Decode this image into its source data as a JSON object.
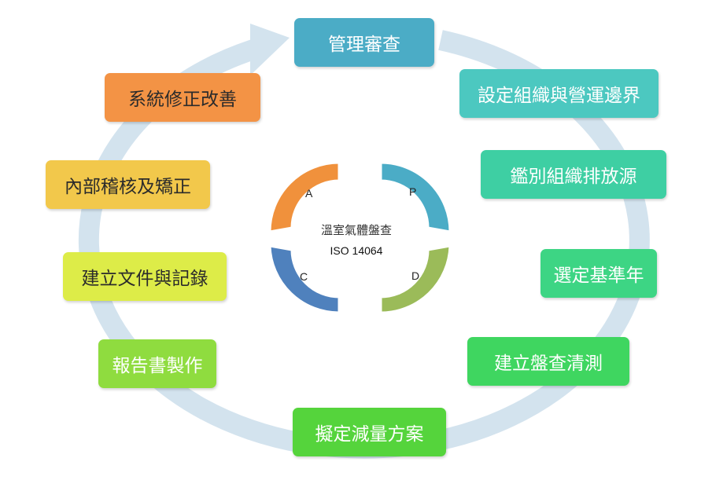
{
  "center": {
    "title": "溫室氣體盤查",
    "subtitle": "ISO 14064",
    "quadrants": [
      {
        "id": "A",
        "label": "A",
        "color": "#F0913C"
      },
      {
        "id": "P",
        "label": "P",
        "color": "#4BACC6"
      },
      {
        "id": "C",
        "label": "C",
        "color": "#4F81BD"
      },
      {
        "id": "D",
        "label": "D",
        "color": "#9BBB59"
      }
    ]
  },
  "cycle_color": "#D3E3EE",
  "steps": [
    {
      "label": "管理審查",
      "color": "#4BACC6"
    },
    {
      "label": "設定組織與營運邊界",
      "color": "#4CC8C0"
    },
    {
      "label": "鑑別組織排放源",
      "color": "#3ECFA3"
    },
    {
      "label": "選定基準年",
      "color": "#3DD584"
    },
    {
      "label": "建立盤查清測",
      "color": "#3FD660"
    },
    {
      "label": "擬定減量方案",
      "color": "#55D43C"
    },
    {
      "label": "報告書製作",
      "color": "#8FDC3F"
    },
    {
      "label": "建立文件與記錄",
      "color": "#DDEC48"
    },
    {
      "label": "內部稽核及矯正",
      "color": "#F2C84B"
    },
    {
      "label": "系統修正改善",
      "color": "#F39345"
    }
  ]
}
